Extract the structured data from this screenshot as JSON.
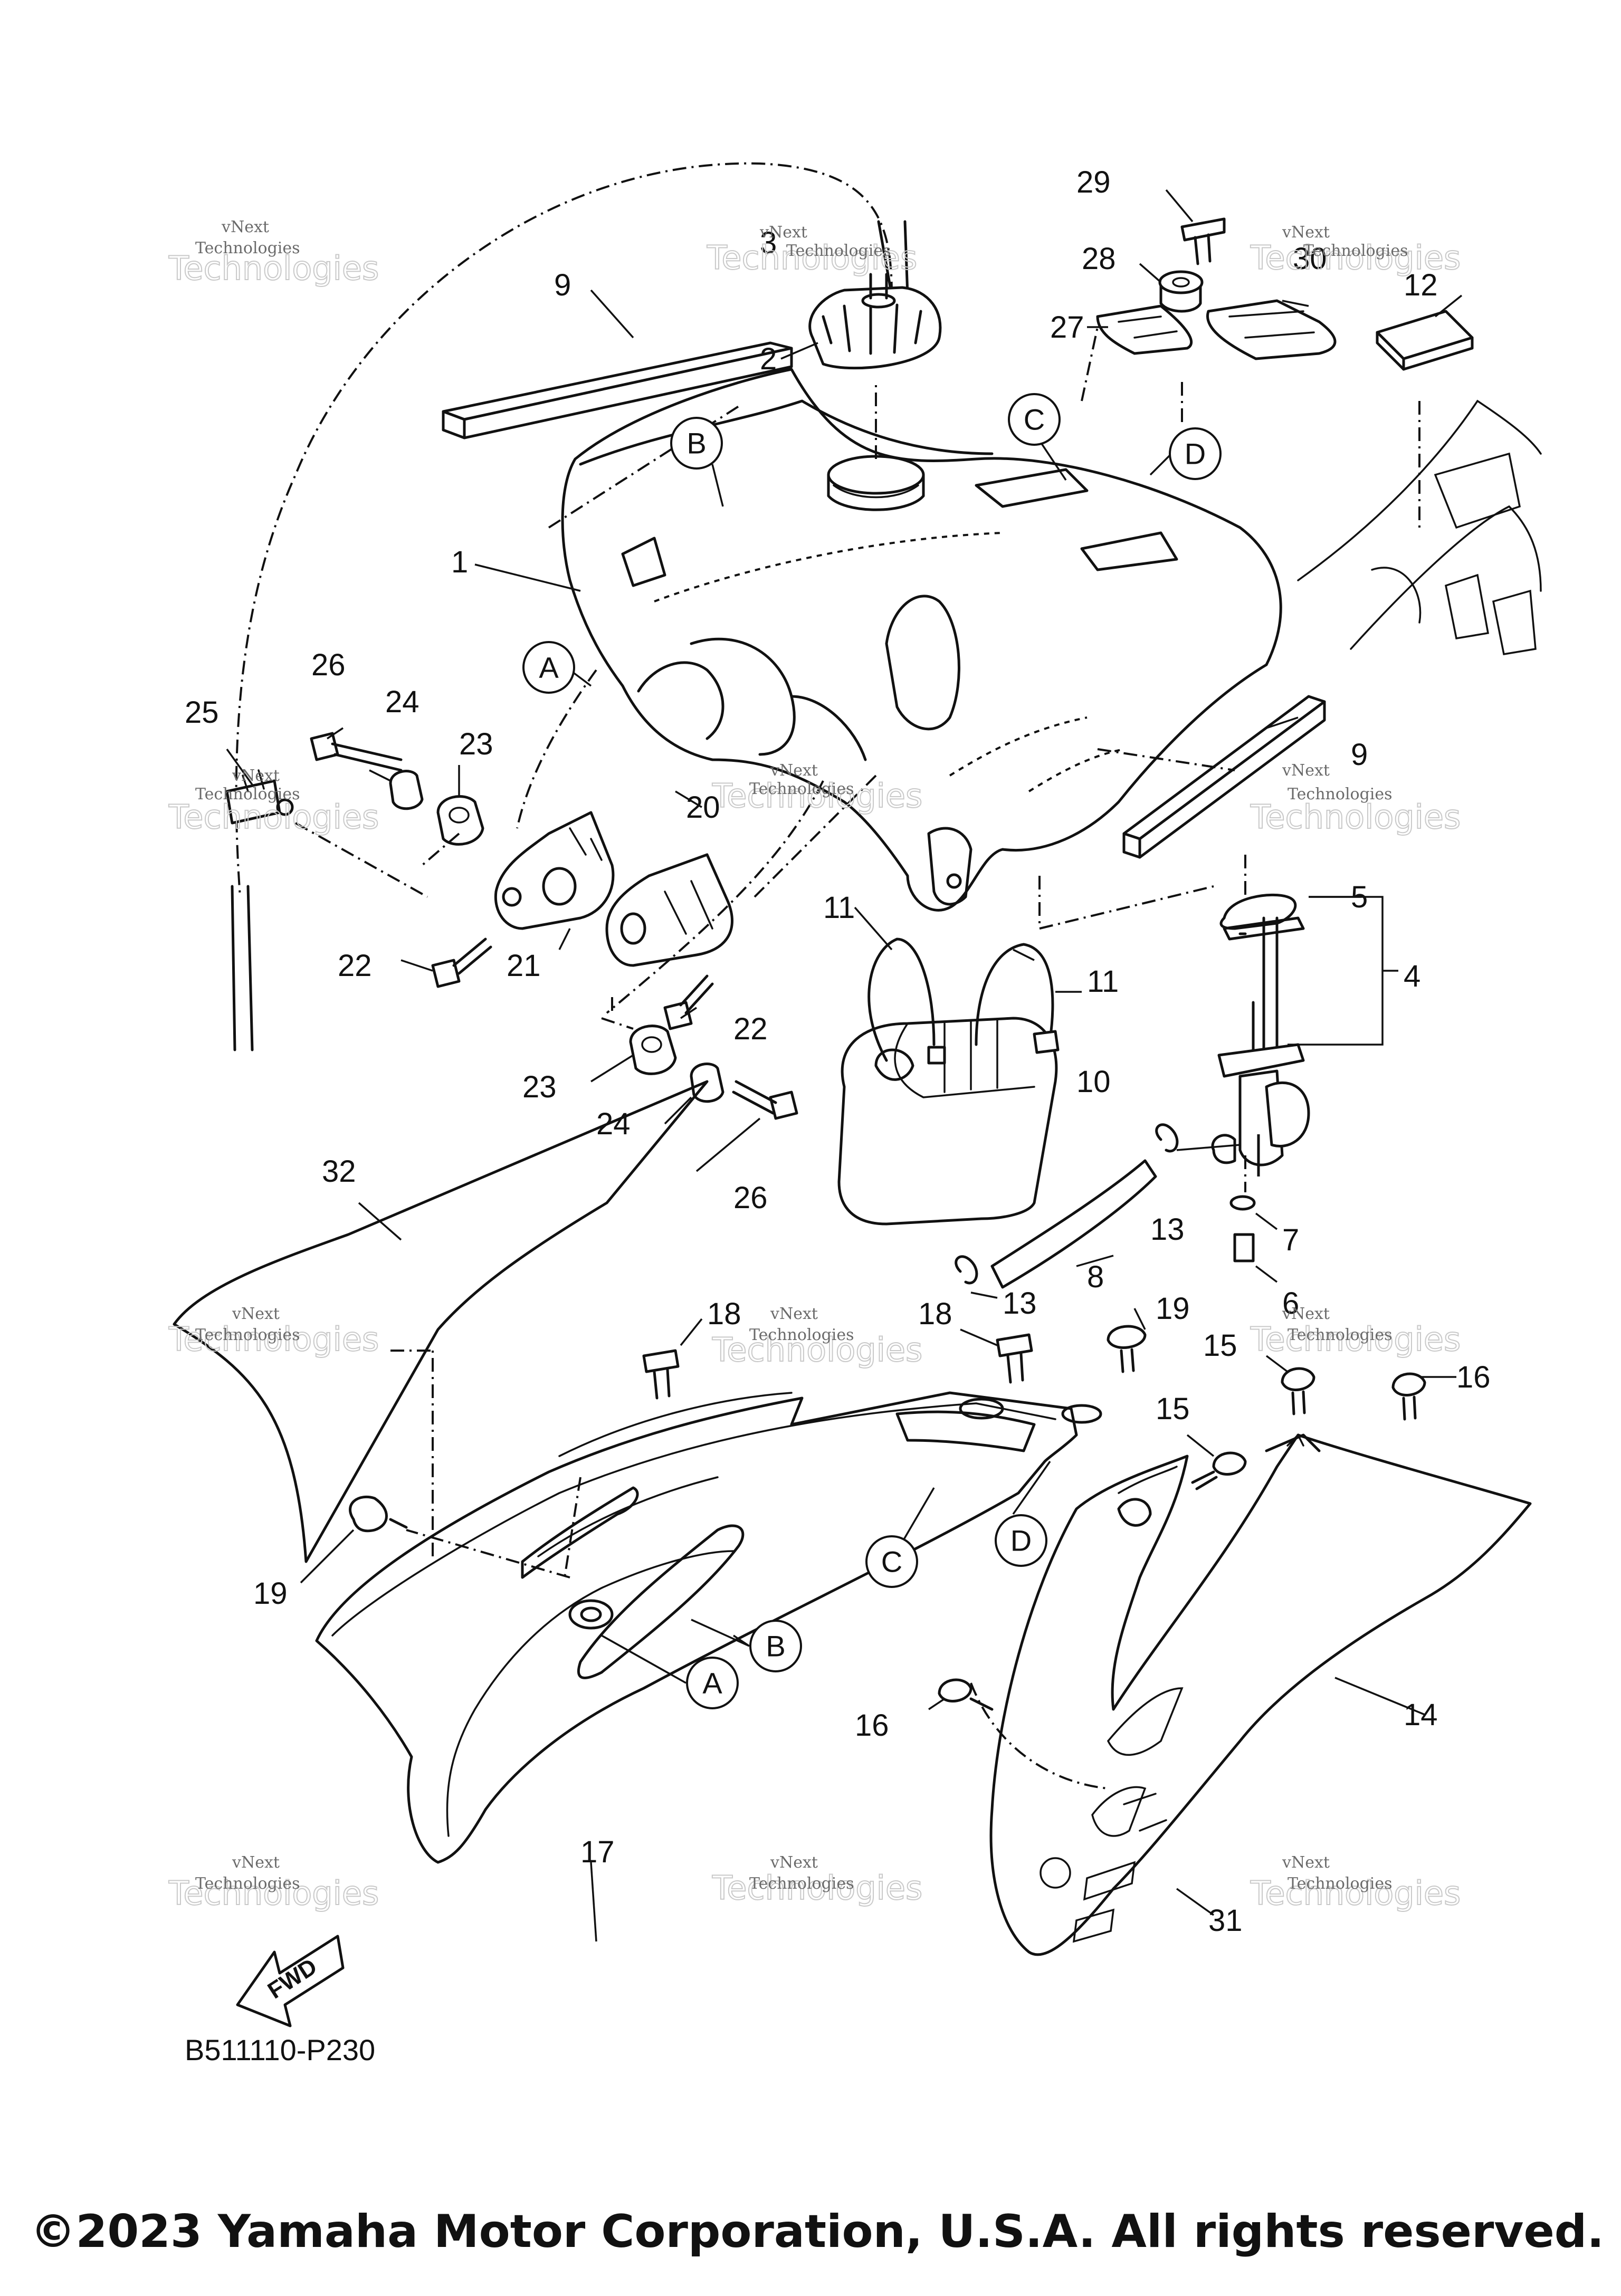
{
  "callouts": [
    "1",
    "2",
    "3",
    "4",
    "5",
    "6",
    "7",
    "8",
    "9",
    "9",
    "10",
    "11",
    "11",
    "12",
    "13",
    "13",
    "14",
    "15",
    "15",
    "16",
    "16",
    "17",
    "18",
    "18",
    "19",
    "19",
    "20",
    "21",
    "22",
    "22",
    "23",
    "23",
    "24",
    "24",
    "25",
    "26",
    "26",
    "27",
    "28",
    "29",
    "30",
    "31",
    "32"
  ],
  "ref_letters": [
    "A",
    "A",
    "B",
    "B",
    "C",
    "C",
    "D",
    "D"
  ],
  "watermark": {
    "line1": "vNext",
    "line2": "Technologies"
  },
  "fwd_label": "FWD",
  "diagram_code": "B511110-P230",
  "copyright": "©2023 Yamaha Motor Corporation, U.S.A. All rights reserved.",
  "colors": {
    "ink": "#111111",
    "watermark": "#6a6a6a",
    "background": "#ffffff"
  }
}
